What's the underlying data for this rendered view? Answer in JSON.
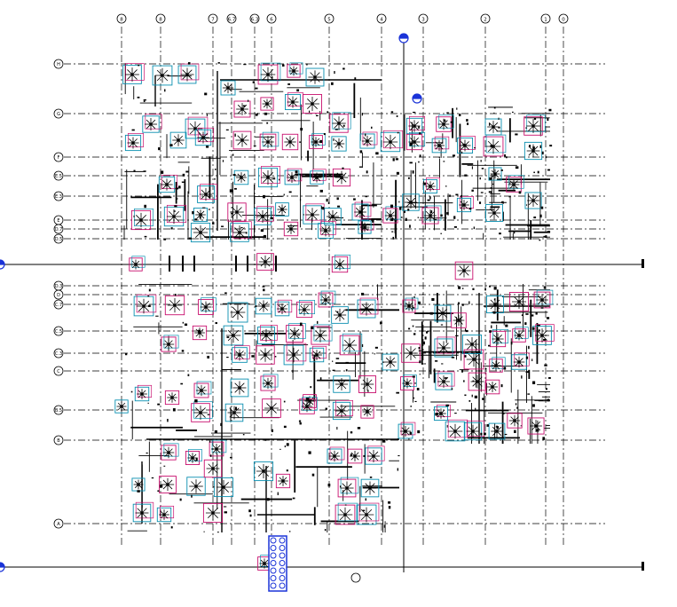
{
  "drawing": {
    "grid_columns": [
      "8",
      "8",
      "7",
      "6.7",
      "6.3",
      "6",
      "5",
      "4",
      "3",
      "2",
      "1",
      "0"
    ],
    "grid_rows": [
      "H",
      "G",
      "F",
      "E.5",
      "E.3",
      "E",
      "D.7",
      "D.5",
      "D.3",
      "D",
      "C.7",
      "C.5",
      "C.3",
      "C",
      "B.5",
      "B",
      "A"
    ],
    "colors": {
      "grid_line": "#000000",
      "fixture_frame_magenta": "#c8106e",
      "fixture_frame_cyan": "#0a8fb0",
      "section_marker": "#1a33d8",
      "pipe": "#000000"
    },
    "icons": [
      "grid-bubble-icon",
      "section-marker-icon",
      "fixture-symbol-icon",
      "riser-cabinet-icon"
    ]
  }
}
